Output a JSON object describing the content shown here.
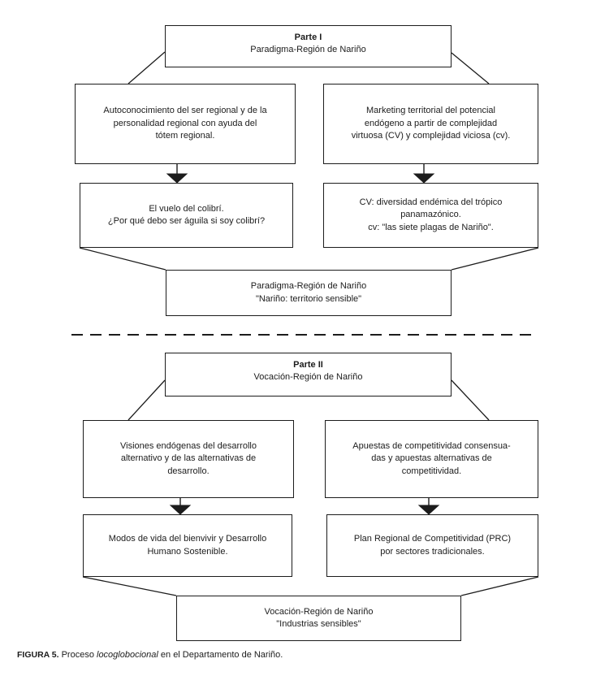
{
  "figure": {
    "part1": {
      "header_title": "Parte I",
      "header_subtitle": "Paradigma-Región de Nariño",
      "box_left_top": "Autoconocimiento del ser regional y de la\npersonalidad regional con ayuda del\ntótem regional.",
      "box_right_top": "Marketing territorial del potencial\nendógeno a partir de complejidad\nvirtuosa (CV) y complejidad viciosa (cv).",
      "box_left_mid": "El vuelo del colibrí.\n¿Por qué debo ser águila si soy colibrí?",
      "box_right_mid": "CV: diversidad endémica del trópico\npanamazónico.\ncv: \"las siete plagas de Nariño\".",
      "box_result": "Paradigma-Región de Nariño\n\"Nariño: territorio sensible\""
    },
    "part2": {
      "header_title": "Parte II",
      "header_subtitle": "Vocación-Región de Nariño",
      "box_left_top": "Visiones endógenas del desarrollo\nalternativo y de las alternativas de\ndesarrollo.",
      "box_right_top": "Apuestas de competitividad consensua-\ndas y apuestas alternativas de\ncompetitividad.",
      "box_left_mid": "Modos de vida del bienvivir y Desarrollo\nHumano Sostenible.",
      "box_right_mid": "Plan Regional de Competitividad (PRC)\npor sectores tradicionales.",
      "box_result": "Vocación-Región de Nariño\n\"Industrias sensibles\""
    },
    "caption": {
      "label": "FIGURA 5.",
      "pre": " Proceso ",
      "italic": "locoglobocional",
      "post": " en el Departamento de Nariño."
    },
    "colors": {
      "line": "#1c1c1c",
      "text": "#1c1c1c",
      "background": "#ffffff"
    }
  }
}
